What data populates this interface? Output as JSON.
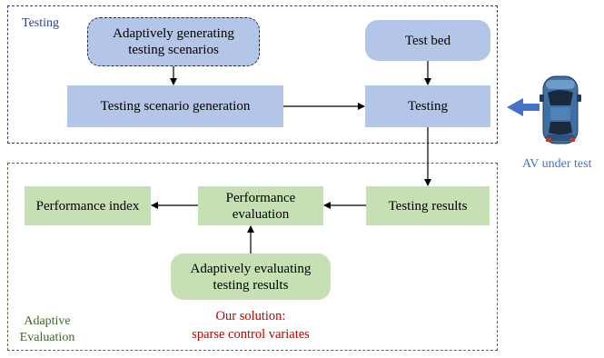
{
  "frames": {
    "testing_label": "Testing",
    "evaluation_label_line1": "Adaptive",
    "evaluation_label_line2": "Evaluation"
  },
  "boxes": {
    "adaptive_generation_line1": "Adaptively generating",
    "adaptive_generation_line2": "testing scenarios",
    "scenario_generation": "Testing scenario generation",
    "test_bed": "Test bed",
    "testing": "Testing",
    "testing_results": "Testing results",
    "performance_evaluation_line1": "Performance",
    "performance_evaluation_line2": "evaluation",
    "performance_index": "Performance index",
    "adaptive_evaluation_line1": "Adaptively evaluating",
    "adaptive_evaluation_line2": "testing results"
  },
  "solution": {
    "line1": "Our solution:",
    "line2": "sparse control variates"
  },
  "vehicle": {
    "label": "AV under test",
    "icon": "car-top-view-icon"
  },
  "colors": {
    "blue_fill": "#b4c6e7",
    "green_fill": "#c6e0b4",
    "testing_frame": "#2e3f7a",
    "evaluation_frame": "#4f6b3a",
    "solution_text": "#c00000",
    "av_label": "#4472c4"
  }
}
